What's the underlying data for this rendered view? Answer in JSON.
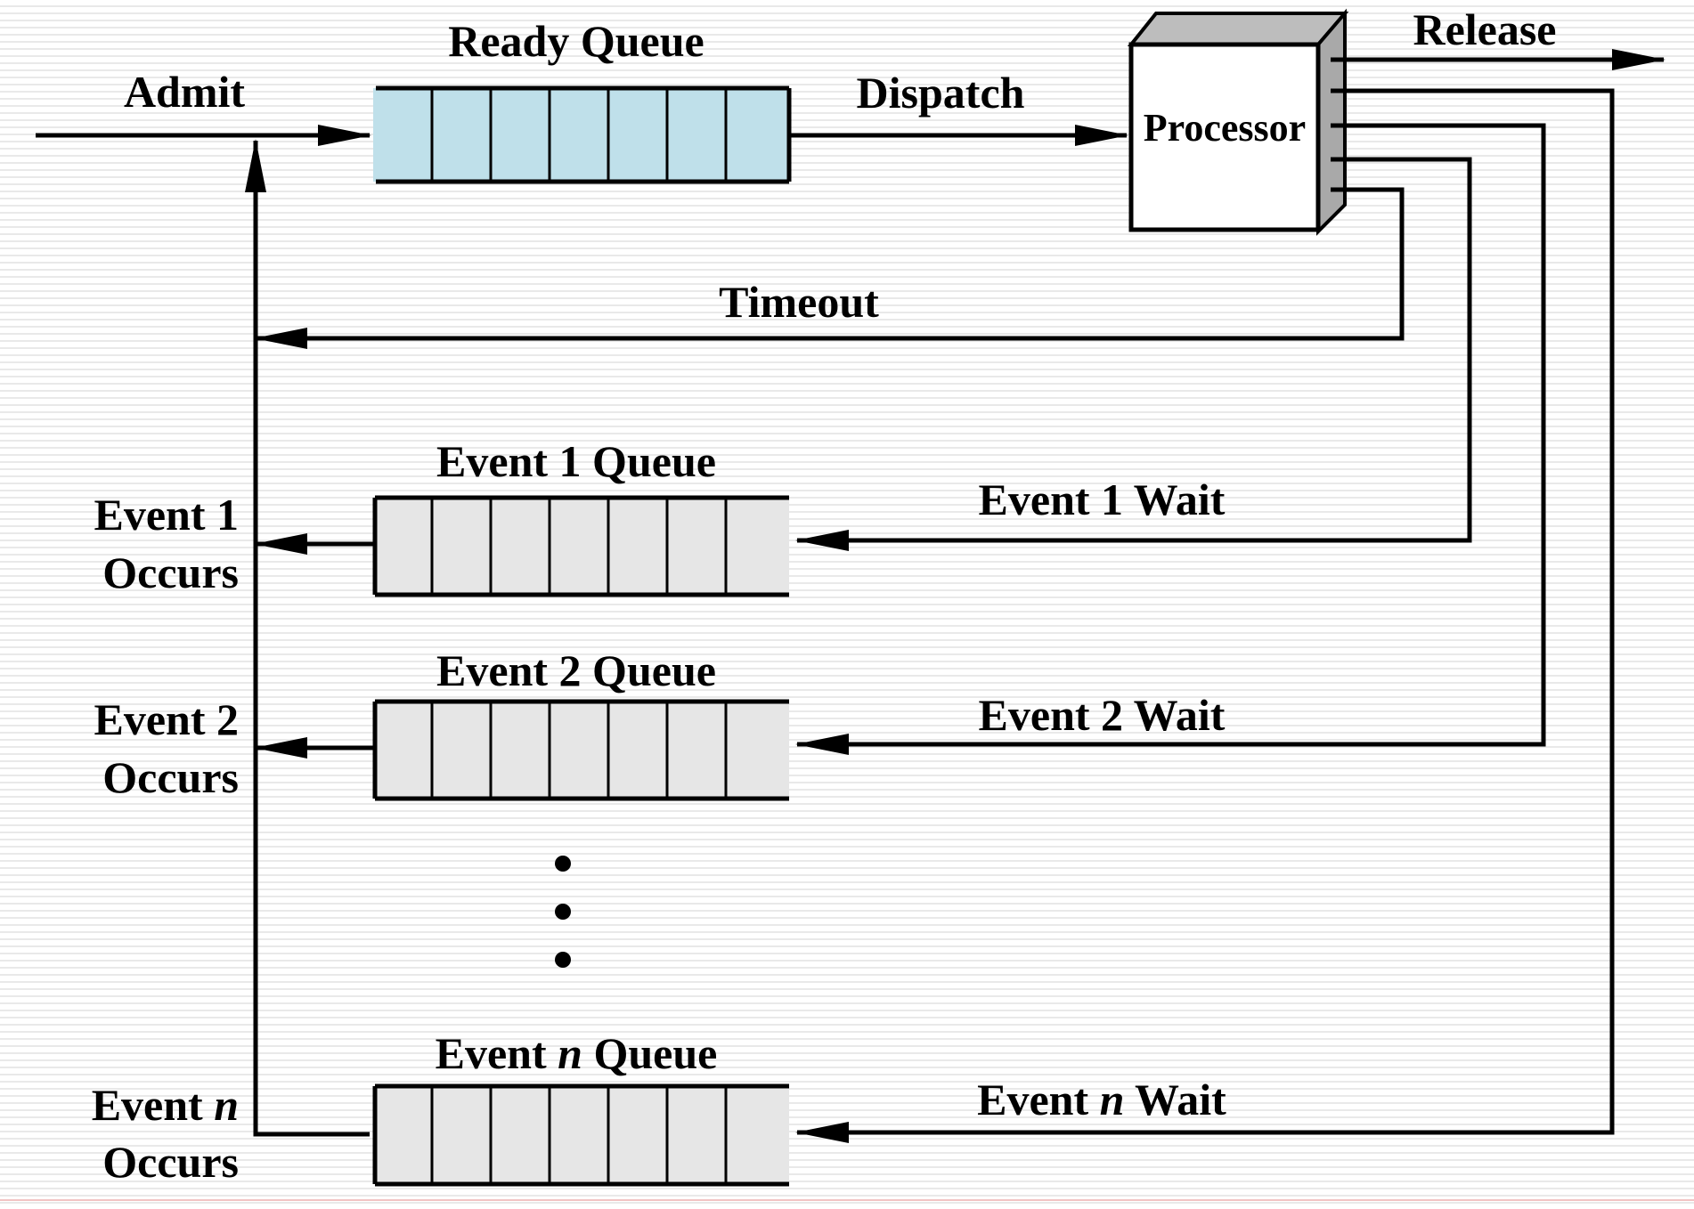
{
  "labels": {
    "admit": "Admit",
    "ready_queue": "Ready Queue",
    "dispatch": "Dispatch",
    "processor": "Processor",
    "release": "Release",
    "timeout": "Timeout",
    "event1_queue": "Event 1 Queue",
    "event1_wait": "Event 1 Wait",
    "event1_occurs_line1": "Event 1",
    "event1_occurs_line2": "Occurs",
    "event2_queue": "Event 2 Queue",
    "event2_wait": "Event 2 Wait",
    "event2_occurs_line1": "Event 2",
    "event2_occurs_line2": "Occurs",
    "eventn_queue_pre": "Event ",
    "eventn_queue_n": "n",
    "eventn_queue_post": " Queue",
    "eventn_wait_pre": "Event ",
    "eventn_wait_n": "n",
    "eventn_wait_post": " Wait",
    "eventn_occurs_pre": "Event ",
    "eventn_occurs_n": "n",
    "eventn_occurs_line2": "Occurs"
  },
  "colors": {
    "ready_queue_fill": "#bfe0ea",
    "event_queue_fill": "#e6e6e6",
    "processor_side": "#a9a9a9",
    "processor_top": "#bdbdbd"
  }
}
